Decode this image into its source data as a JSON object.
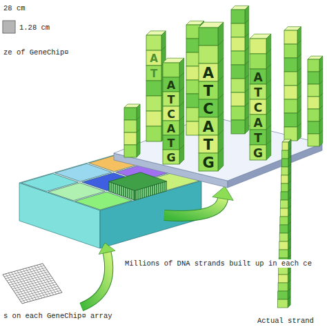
{
  "diagram": {
    "labels": [
      "28 cm",
      "1.28 cm",
      "ze of GeneChip¤",
      "Millions of DNA strands built up in each ce",
      "s on each GeneChip¤ array",
      "Actual strand",
      "A",
      "T",
      "C",
      "A",
      "T",
      "G",
      "A",
      "T",
      "C",
      "A",
      "T",
      "G",
      "A",
      "T",
      "C",
      "A",
      "T",
      "G",
      "A",
      "T"
    ]
  }
}
